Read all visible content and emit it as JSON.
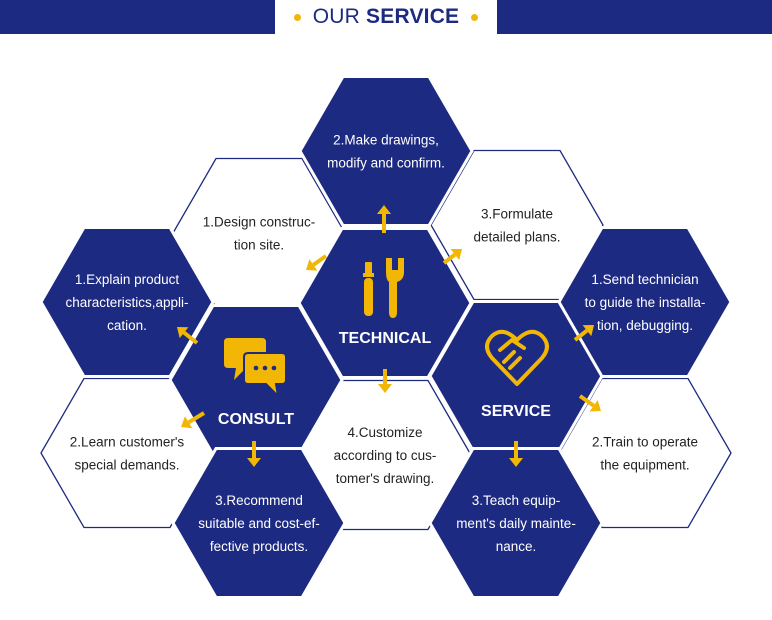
{
  "header": {
    "title_prefix": "OUR",
    "title_bold": "SERVICE"
  },
  "colors": {
    "navy": "#1d2a82",
    "accent": "#f2b705",
    "white": "#ffffff",
    "outline": "#1d2a82"
  },
  "hubs": {
    "technical": {
      "label": "TECHNICAL",
      "icon": "tools-icon"
    },
    "consult": {
      "label": "CONSULT",
      "icon": "chat-bubbles-icon"
    },
    "service": {
      "label": "SERVICE",
      "icon": "handshake-heart-icon"
    }
  },
  "steps": {
    "t1": [
      "1.Design construc-",
      "tion site."
    ],
    "t2": [
      "2.Make drawings,",
      "modify and confirm."
    ],
    "t3": [
      "3.Formulate",
      "detailed plans."
    ],
    "t4": [
      "4.Customize",
      "according to cus-",
      "tomer's drawing."
    ],
    "c1": [
      "1.Explain product",
      "characteristics,appli-",
      "cation."
    ],
    "c2": [
      "2.Learn customer's",
      "special demands."
    ],
    "c3": [
      "3.Recommend",
      "suitable and cost-ef-",
      "fective products."
    ],
    "s1": [
      "1.Send technician",
      "to guide the installa-",
      "tion, debugging."
    ],
    "s2": [
      "2.Train to operate",
      "the equipment."
    ],
    "s3": [
      "3.Teach equip-",
      "ment's daily mainte-",
      "nance."
    ]
  }
}
